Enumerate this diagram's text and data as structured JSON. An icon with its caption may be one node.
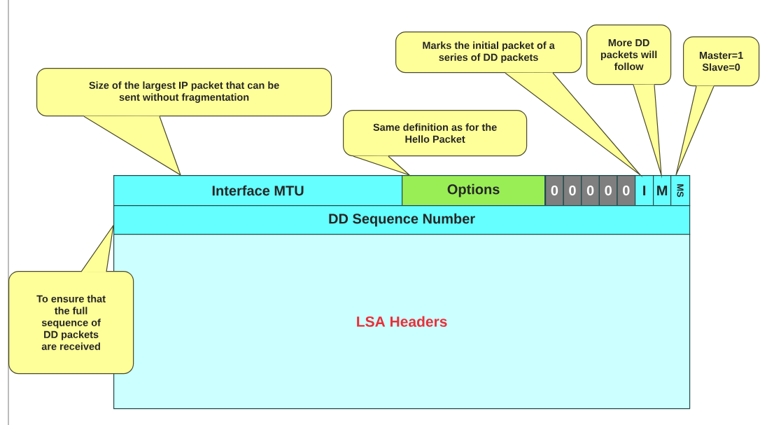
{
  "diagram": {
    "nodes": [
      {
        "text": [
          "Marks the initial packet of a series of DD packets"
        ]
      },
      {
        "text": [
          "More DD packets will follow"
        ]
      },
      {
        "text": [
          "Master=1 Slave=0"
        ]
      },
      {
        "text": [
          "Size of the largest IP packet that can be sent without fragmentation"
        ]
      },
      {
        "text": [
          "Same definition as for the Hello Packet"
        ]
      },
      {
        "text": [
          "Interface MTU"
        ]
      },
      {
        "text": [
          "Options"
        ]
      },
      {
        "text": [
          "0"
        ]
      },
      {
        "text": [
          "0"
        ]
      },
      {
        "text": [
          "0"
        ]
      },
      {
        "text": [
          "0"
        ]
      },
      {
        "text": [
          "0"
        ]
      },
      {
        "text": [
          "I"
        ]
      },
      {
        "text": [
          "M"
        ]
      },
      {
        "text": [
          "MS"
        ]
      },
      {
        "text": [
          "DD Sequence Number"
        ]
      },
      {
        "text": [
          "To ensure that the full sequence of DD packets are received"
        ]
      },
      {
        "text": [
          "LSA Headers"
        ]
      }
    ],
    "edges": [
      {
        "from": 3,
        "to": 5,
        "arrow": "other"
      },
      {
        "from": 4,
        "to": 6,
        "arrow": "other"
      },
      {
        "from": 0,
        "to": 12,
        "arrow": "other"
      },
      {
        "from": 1,
        "to": 13,
        "arrow": "other"
      },
      {
        "from": 2,
        "to": 14,
        "arrow": "other"
      },
      {
        "from": 16,
        "to": 15,
        "arrow": "other"
      }
    ]
  }
}
